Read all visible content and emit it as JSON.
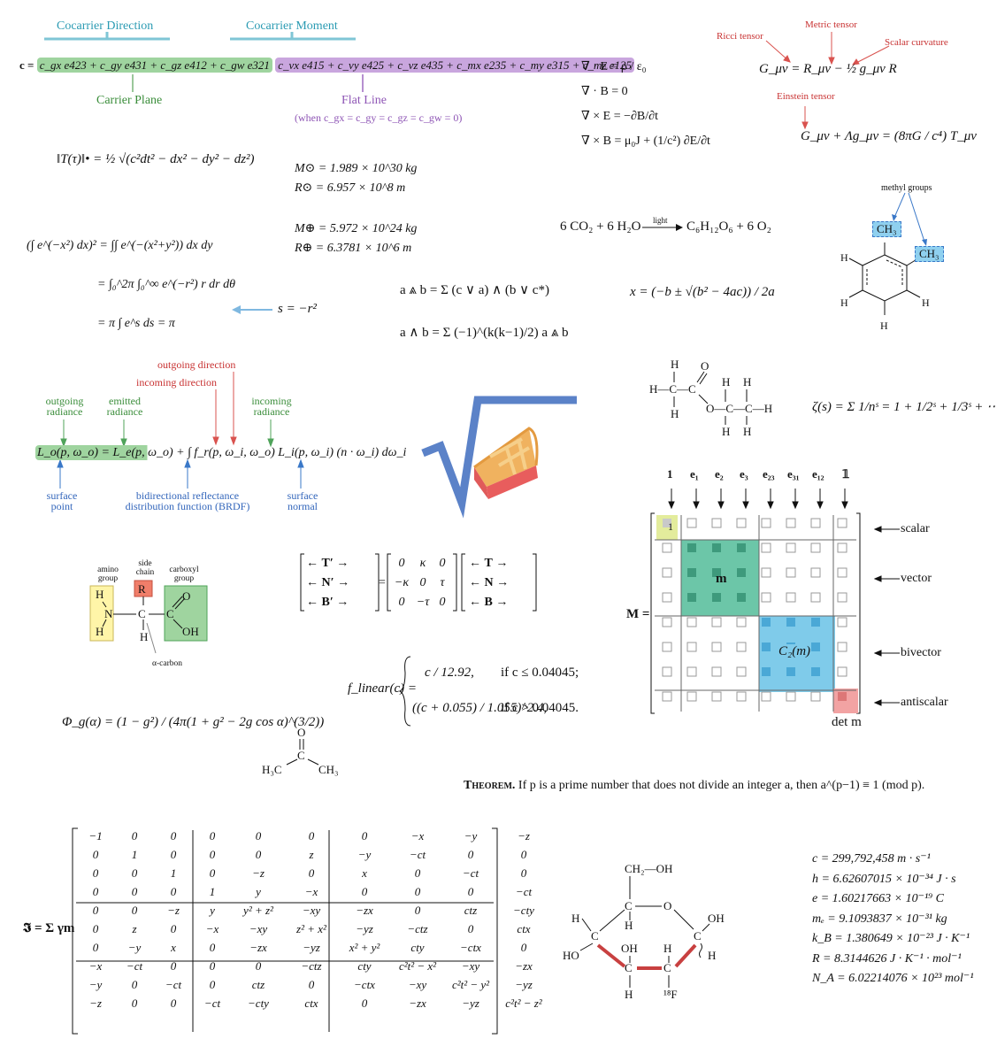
{
  "cocarrier": {
    "direction_label": "Cocarrier Direction",
    "moment_label": "Cocarrier Moment",
    "carrier_plane_label": "Carrier Plane",
    "flat_line_label": "Flat Line",
    "flat_line_condition": "(when c_gx = c_gy = c_gz = c_gw = 0)",
    "lhs": "c =",
    "green_part": "c_gx e423 + c_gy e431 + c_gz e412 + c_gw e321",
    "purple_part": "c_vx e415 + c_vy e425 + c_vz e435 + c_mx e235 + c_my e315 + c_mz e125"
  },
  "maxwell": [
    "∇ · E = ρ / ε₀",
    "∇ · B = 0",
    "∇ × E = −∂B/∂t",
    "∇ × B = μ₀J + (1/c²) ∂E/∂t"
  ],
  "einstein": {
    "ricci_label": "Ricci tensor",
    "metric_label": "Metric tensor",
    "scalar_label": "Scalar curvature",
    "einstein_label": "Einstein tensor",
    "eq1": "G_μν = R_μν − ½ g_μν R",
    "eq2": "G_μν + Λg_μν = (8πG / c⁴) T_μν"
  },
  "norm_eq": "‖T(τ)‖• = ½ √(c²dt² − dx² − dy² − dz²)",
  "sun": [
    "M⊙ = 1.989 × 10^30 kg",
    "R⊙ = 6.957 × 10^8 m"
  ],
  "earth": [
    "M⊕ = 5.972 × 10^24 kg",
    "R⊕ = 6.3781 × 10^6 m"
  ],
  "gaussian": {
    "line1": "(∫ e^(−x²) dx)² = ∫∫ e^(−(x²+y²)) dx dy",
    "line2": "= ∫₀^2π ∫₀^∞ e^(−r²) r dr dθ",
    "line3": "= π ∫ e^s ds = π",
    "substitution": "s = −r²"
  },
  "photosynthesis": {
    "lhs": "6 CO₂ + 6 H₂O",
    "arrow_label": "light",
    "rhs": "C₆H₁₂O₆ + 6 O₂"
  },
  "methyl": {
    "label": "methyl groups",
    "ch3": "CH₃"
  },
  "wedge": {
    "line1": "a ⩓ b = Σ (c ∨ a) ∧ (b ∨ c*)",
    "line2": "a ∧ b = Σ (−1)^(k(k−1)/2) a ⩓ b"
  },
  "quadratic": "x = (−b ± √(b² − 4ac)) / 2a",
  "rendering": {
    "outgoing_direction": "outgoing direction",
    "incoming_direction": "incoming direction",
    "outgoing_radiance": "outgoing radiance",
    "emitted_radiance": "emitted radiance",
    "incoming_radiance": "incoming radiance",
    "surface_point": "surface point",
    "brdf": "bidirectional reflectance distribution function (BRDF)",
    "surface_normal": "surface normal",
    "eq": "L_o(p, ω_o) = L_e(p, ω_o) + ∫ f_r(p, ω_i, ω_o) L_i(p, ω_i) (n · ω_i) dω_i"
  },
  "zeta": "ζ(s) = Σ 1/nˢ = 1 + 1/2ˢ + 1/3ˢ + ⋯",
  "amino": {
    "amino": "amino group",
    "side": "side chain",
    "carboxyl": "carboxyl group",
    "alpha": "α-carbon"
  },
  "frenet": {
    "rows": [
      [
        "T′",
        "0",
        "κ",
        "0",
        "T"
      ],
      [
        "N′",
        "−κ",
        "0",
        "τ",
        "N"
      ],
      [
        "B′",
        "0",
        "−τ",
        "0",
        "B"
      ]
    ]
  },
  "geo_matrix": {
    "headers": [
      "1",
      "e₁",
      "e₂",
      "e₃",
      "e₂₃",
      "e₃₁",
      "e₁₂",
      "𝟙"
    ],
    "m_label": "M =",
    "labels": [
      "scalar",
      "vector",
      "bivector",
      "antiscalar"
    ],
    "m": "m",
    "c2": "C₂(m)",
    "one": "1",
    "det": "det m"
  },
  "flinear": {
    "lhs": "f_linear(c) =",
    "case1": "c / 12.92,",
    "cond1": "if c ≤ 0.04045;",
    "case2": "((c + 0.055) / 1.055)^2.4,",
    "cond2": "if c > 0.04045."
  },
  "phase": "Φ_g(α) = (1 − g²) / (4π(1 + g² − 2g cos α)^(3/2))",
  "acetone": {
    "o": "O",
    "c": "C",
    "left": "H₃C",
    "right": "CH₃"
  },
  "theorem": {
    "label": "Theorem.",
    "text": "If p is a prime number that does not divide an integer a, then a^(p−1) ≡ 1 (mod p)."
  },
  "inertia": {
    "lhs": "𝕴 = Σ γm",
    "rows": [
      [
        "−1",
        "0",
        "0",
        "0",
        "0",
        "0",
        "0",
        "−x",
        "−y",
        "−z"
      ],
      [
        "0",
        "1",
        "0",
        "0",
        "0",
        "z",
        "−y",
        "−ct",
        "0",
        "0"
      ],
      [
        "0",
        "0",
        "1",
        "0",
        "−z",
        "0",
        "x",
        "0",
        "−ct",
        "0"
      ],
      [
        "0",
        "0",
        "0",
        "1",
        "y",
        "−x",
        "0",
        "0",
        "0",
        "−ct"
      ],
      [
        "0",
        "0",
        "−z",
        "y",
        "y² + z²",
        "−xy",
        "−zx",
        "0",
        "ctz",
        "−cty"
      ],
      [
        "0",
        "z",
        "0",
        "−x",
        "−xy",
        "z² + x²",
        "−yz",
        "−ctz",
        "0",
        "ctx"
      ],
      [
        "0",
        "−y",
        "x",
        "0",
        "−zx",
        "−yz",
        "x² + y²",
        "cty",
        "−ctx",
        "0"
      ],
      [
        "−x",
        "−ct",
        "0",
        "0",
        "0",
        "−ctz",
        "cty",
        "c²t² − x²",
        "−xy",
        "−zx"
      ],
      [
        "−y",
        "0",
        "−ct",
        "0",
        "ctz",
        "0",
        "−ctx",
        "−xy",
        "c²t² − y²",
        "−yz"
      ],
      [
        "−z",
        "0",
        "0",
        "−ct",
        "−cty",
        "ctx",
        "0",
        "−zx",
        "−yz",
        "c²t² − z²"
      ]
    ]
  },
  "sugar": {
    "ch2oh": "CH₂—OH",
    "oh": "OH",
    "ho": "HO",
    "h": "H",
    "c": "C",
    "o": "O",
    "f18": "¹⁸F"
  },
  "constants": [
    "c = 299,792,458 m · s⁻¹",
    "h = 6.62607015 × 10⁻³⁴ J · s",
    "e = 1.60217663 × 10⁻¹⁹ C",
    "mₑ = 9.1093837 × 10⁻³¹ kg",
    "k_B = 1.380649 × 10⁻²³ J · K⁻¹",
    "R = 8.3144626 J · K⁻¹ · mol⁻¹",
    "N_A = 6.02214076 × 10²³ mol⁻¹"
  ]
}
